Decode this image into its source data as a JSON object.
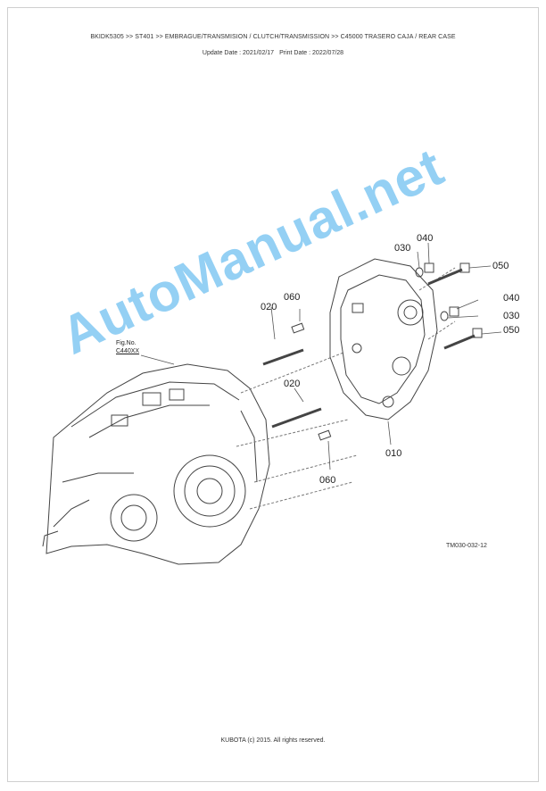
{
  "header": {
    "breadcrumb": "BKIDK5305 >> ST401 >> EMBRAGUE/TRANSMISION / CLUTCH/TRANSMISSION >> C45000   TRASERO CAJA / REAR CASE",
    "update_date": "Update Date : 2021/02/17",
    "print_date": "Print Date : 2022/07/28"
  },
  "figure": {
    "fig_no_label": "Fig.No.",
    "fig_no_value": "C440XX",
    "reference": "TM030-032-12",
    "callouts": {
      "c030_top": "030",
      "c040_top": "040",
      "c050_top": "050",
      "c060_top": "060",
      "c020_top": "020",
      "c040_mid": "040",
      "c030_mid": "030",
      "c050_mid": "050",
      "c020_mid": "020",
      "c010": "010",
      "c060_bottom": "060"
    }
  },
  "watermark": "AutoManual.net",
  "footer": {
    "copyright": "KUBOTA (c) 2015. All rights reserved."
  }
}
